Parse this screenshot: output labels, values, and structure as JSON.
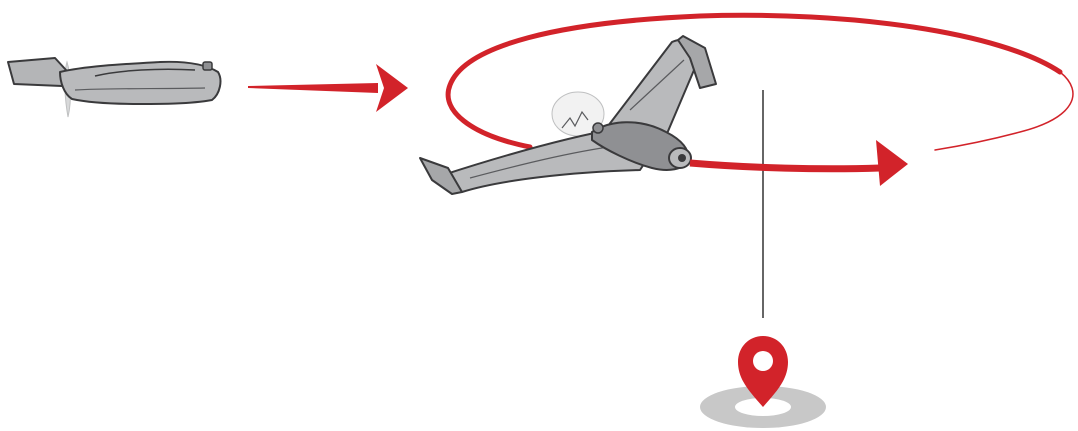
{
  "diagram": {
    "colors": {
      "accent": "#d2232a",
      "drone_body": "#b9babc",
      "drone_shade": "#8f9093",
      "drone_outline": "#3a3a3c",
      "ground_ring": "#c8c8c8",
      "marker_inner": "#ffffff",
      "line": "#333333"
    },
    "elements": {
      "drone_side": "fixed-wing-drone-side-view",
      "approach_arrow": "arrow-right",
      "orbit_path": "circular-loiter-orbit",
      "drone_main": "fixed-wing-drone-three-quarter-view",
      "vertical_line": "altitude-line",
      "location_pin": "map-pin-icon",
      "ground_target": "ground-target-ring"
    }
  }
}
